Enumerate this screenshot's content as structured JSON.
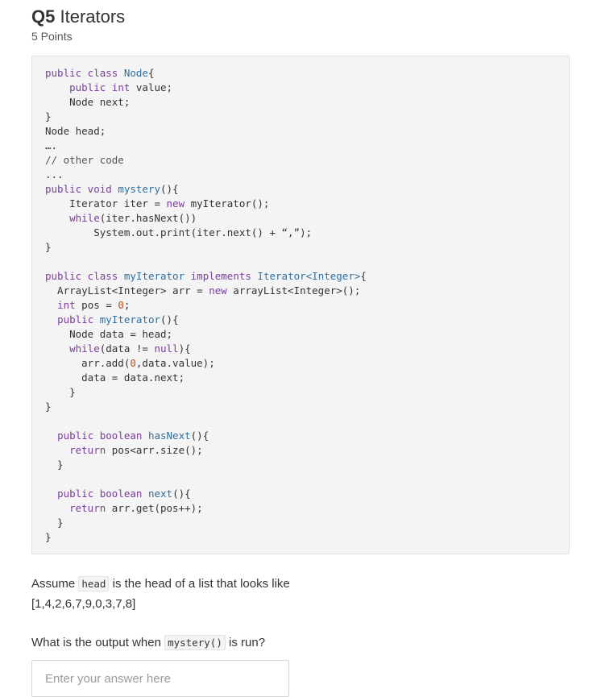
{
  "question": {
    "number": "Q5",
    "title": "Iterators",
    "points": "5 Points"
  },
  "code_lines": [
    [
      {
        "t": "public class ",
        "c": "kw"
      },
      {
        "t": "Node",
        "c": "fn"
      },
      {
        "t": "{",
        "c": ""
      }
    ],
    [
      {
        "t": "    ",
        "c": ""
      },
      {
        "t": "public int",
        "c": "kw"
      },
      {
        "t": " value;",
        "c": ""
      }
    ],
    [
      {
        "t": "    Node next;",
        "c": ""
      }
    ],
    [
      {
        "t": "}",
        "c": ""
      }
    ],
    [
      {
        "t": "Node head;",
        "c": ""
      }
    ],
    [
      {
        "t": "….",
        "c": ""
      }
    ],
    [
      {
        "t": "// other code",
        "c": "cm"
      }
    ],
    [
      {
        "t": "...",
        "c": ""
      }
    ],
    [
      {
        "t": "public void ",
        "c": "kw"
      },
      {
        "t": "mystery",
        "c": "fn"
      },
      {
        "t": "(){",
        "c": ""
      }
    ],
    [
      {
        "t": "    Iterator iter = ",
        "c": ""
      },
      {
        "t": "new",
        "c": "kw"
      },
      {
        "t": " myIterator();",
        "c": ""
      }
    ],
    [
      {
        "t": "    ",
        "c": ""
      },
      {
        "t": "while",
        "c": "kw"
      },
      {
        "t": "(iter.hasNext())",
        "c": ""
      }
    ],
    [
      {
        "t": "        System.out.print(iter.next() + “,”);",
        "c": ""
      }
    ],
    [
      {
        "t": "}",
        "c": ""
      }
    ],
    [
      {
        "t": "",
        "c": ""
      }
    ],
    [
      {
        "t": "public class ",
        "c": "kw"
      },
      {
        "t": "myIterator ",
        "c": "fn"
      },
      {
        "t": "implements ",
        "c": "kw"
      },
      {
        "t": "Iterator<Integer>",
        "c": "fn"
      },
      {
        "t": "{",
        "c": ""
      }
    ],
    [
      {
        "t": "  ArrayList<Integer> arr = ",
        "c": ""
      },
      {
        "t": "new",
        "c": "kw"
      },
      {
        "t": " arrayList<Integer>();",
        "c": ""
      }
    ],
    [
      {
        "t": "  ",
        "c": ""
      },
      {
        "t": "int",
        "c": "kw"
      },
      {
        "t": " pos = ",
        "c": ""
      },
      {
        "t": "0",
        "c": "nm"
      },
      {
        "t": ";",
        "c": ""
      }
    ],
    [
      {
        "t": "  ",
        "c": ""
      },
      {
        "t": "public ",
        "c": "kw"
      },
      {
        "t": "myIterator",
        "c": "fn"
      },
      {
        "t": "(){",
        "c": ""
      }
    ],
    [
      {
        "t": "    Node data = head;",
        "c": ""
      }
    ],
    [
      {
        "t": "    ",
        "c": ""
      },
      {
        "t": "while",
        "c": "kw"
      },
      {
        "t": "(data != ",
        "c": ""
      },
      {
        "t": "null",
        "c": "kw"
      },
      {
        "t": "){",
        "c": ""
      }
    ],
    [
      {
        "t": "      arr.add(",
        "c": ""
      },
      {
        "t": "0",
        "c": "nm"
      },
      {
        "t": ",data.value);",
        "c": ""
      }
    ],
    [
      {
        "t": "      data = data.next;",
        "c": ""
      }
    ],
    [
      {
        "t": "    }",
        "c": ""
      }
    ],
    [
      {
        "t": "}",
        "c": ""
      }
    ],
    [
      {
        "t": "",
        "c": ""
      }
    ],
    [
      {
        "t": "  ",
        "c": ""
      },
      {
        "t": "public boolean ",
        "c": "kw"
      },
      {
        "t": "hasNext",
        "c": "fn"
      },
      {
        "t": "(){",
        "c": ""
      }
    ],
    [
      {
        "t": "    ",
        "c": ""
      },
      {
        "t": "return",
        "c": "kw"
      },
      {
        "t": " pos<arr.size();",
        "c": ""
      }
    ],
    [
      {
        "t": "  }",
        "c": ""
      }
    ],
    [
      {
        "t": "",
        "c": ""
      }
    ],
    [
      {
        "t": "  ",
        "c": ""
      },
      {
        "t": "public boolean ",
        "c": "kw"
      },
      {
        "t": "next",
        "c": "fn"
      },
      {
        "t": "(){",
        "c": ""
      }
    ],
    [
      {
        "t": "    ",
        "c": ""
      },
      {
        "t": "return",
        "c": "kw"
      },
      {
        "t": " arr.get(pos++);",
        "c": ""
      }
    ],
    [
      {
        "t": "  }",
        "c": ""
      }
    ],
    [
      {
        "t": "}",
        "c": ""
      }
    ]
  ],
  "prompt": {
    "assume_prefix": "Assume",
    "assume_code": "head",
    "assume_suffix": "is the head of a list that looks like",
    "list_values": "[1,4,2,6,7,9,0,3,7,8]",
    "question_prefix": "What is the output when",
    "question_code": "mystery()",
    "question_suffix": "is run?"
  },
  "answer": {
    "value": "",
    "placeholder": "Enter your answer here"
  }
}
